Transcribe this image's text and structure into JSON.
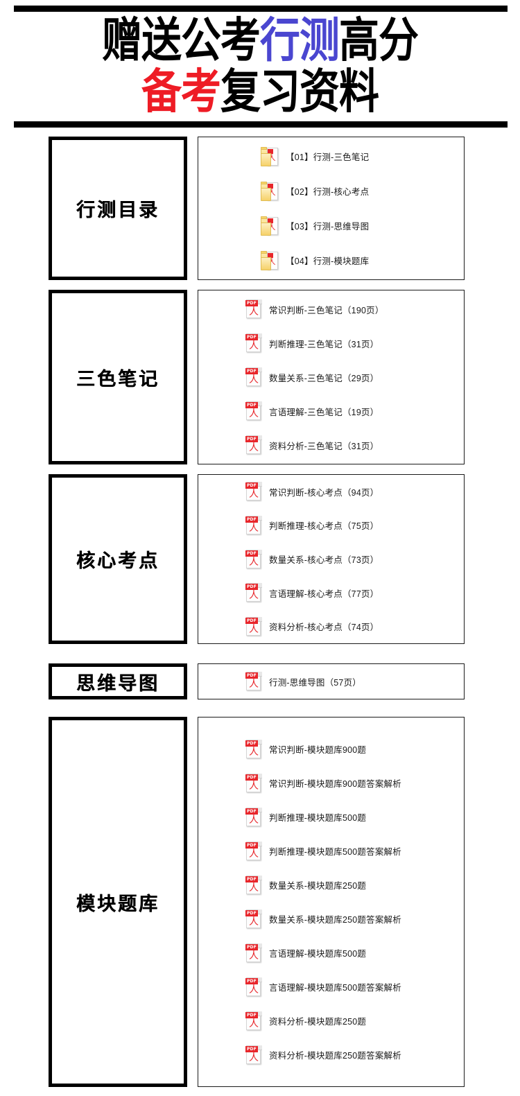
{
  "header": {
    "line1_part1": "赠送公考",
    "line1_highlight": "行测",
    "line1_part2": "高分",
    "line2_highlight": "备考",
    "line2_part2": "复习资料",
    "highlight_blue": "#4A46D0",
    "highlight_red": "#EE1C25"
  },
  "sections": [
    {
      "label": "行测目录",
      "icon_type": "folder-pdf-icon",
      "items": [
        {
          "text": "【01】行测-三色笔记"
        },
        {
          "text": "【02】行测-核心考点"
        },
        {
          "text": "【03】行测-思维导图"
        },
        {
          "text": "【04】行测-模块题库"
        }
      ]
    },
    {
      "label": "三色笔记",
      "icon_type": "pdf-file-icon",
      "items": [
        {
          "text": "常识判断-三色笔记（190页）"
        },
        {
          "text": "判断推理-三色笔记（31页）"
        },
        {
          "text": "数量关系-三色笔记（29页）"
        },
        {
          "text": "言语理解-三色笔记（19页）"
        },
        {
          "text": "资料分析-三色笔记（31页）"
        }
      ]
    },
    {
      "label": "核心考点",
      "icon_type": "pdf-file-icon",
      "items": [
        {
          "text": "常识判断-核心考点（94页）"
        },
        {
          "text": "判断推理-核心考点（75页）"
        },
        {
          "text": "数量关系-核心考点（73页）"
        },
        {
          "text": "言语理解-核心考点（77页）"
        },
        {
          "text": "资料分析-核心考点（74页）"
        }
      ]
    },
    {
      "label": "思维导图",
      "icon_type": "pdf-file-icon",
      "items": [
        {
          "text": "行测-思维导图（57页）"
        }
      ]
    },
    {
      "label": "模块题库",
      "icon_type": "pdf-file-icon",
      "items": [
        {
          "text": "常识判断-模块题库900题"
        },
        {
          "text": "常识判断-模块题库900题答案解析"
        },
        {
          "text": "判断推理-模块题库500题"
        },
        {
          "text": "判断推理-模块题库500题答案解析"
        },
        {
          "text": "数量关系-模块题库250题"
        },
        {
          "text": "数量关系-模块题库250题答案解析"
        },
        {
          "text": "言语理解-模块题库500题"
        },
        {
          "text": "言语理解-模块题库500题答案解析"
        },
        {
          "text": "资料分析-模块题库250题"
        },
        {
          "text": "资料分析-模块题库250题答案解析"
        }
      ]
    }
  ],
  "icon_labels": {
    "pdf_band": "PDF",
    "pdf_glyph": "人"
  }
}
